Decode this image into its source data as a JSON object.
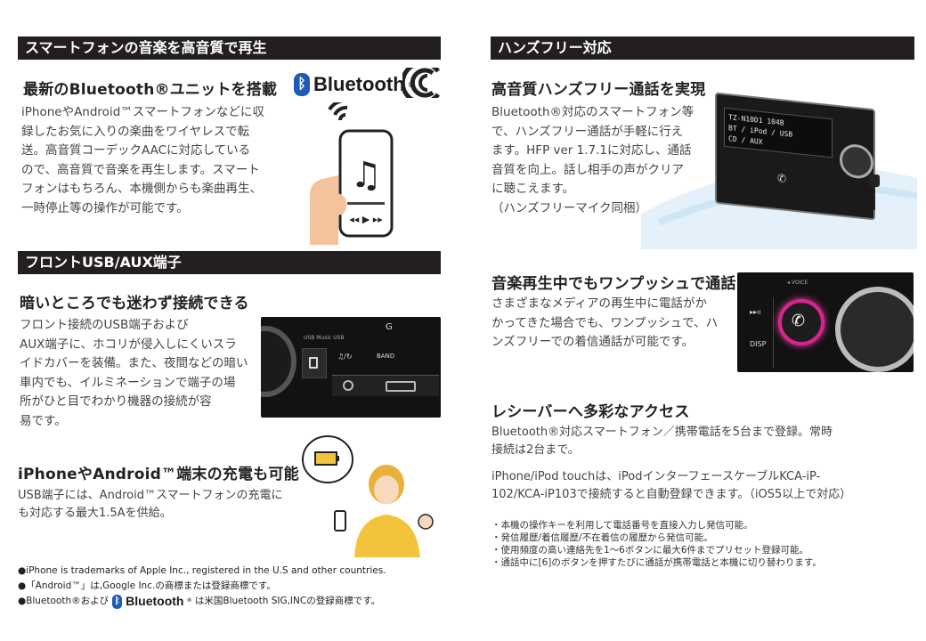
{
  "left": {
    "band1": "スマートフォンの音楽を高音質で再生",
    "s1_title": "最新のBluetooth®ユニットを搭載",
    "s1_body": [
      "iPhoneやAndroid™スマートフォンなどに収",
      "録したお気に入りの楽曲をワイヤレスで転",
      "送。高音質コーデックAACに対応している",
      "ので、高音質で音楽を再生します。スマート",
      "フォンはもちろん、本機側からも楽曲再生、",
      "一時停止等の操作が可能です。"
    ],
    "bt_logo_text": "Bluetooth",
    "band2": "フロントUSB/AUX端子",
    "s2_title": "暗いところでも迷わず接続できる",
    "s2_body": [
      "フロント接続のUSB端子および",
      "AUX端子に、ホコリが侵入しにくいスラ",
      "イドカバーを装備。また、夜間などの暗い",
      "車内でも、イルミネーションで端子の場",
      "所がひと目でわかり機器の接続が容",
      "易です。"
    ],
    "usb_panel": {
      "key1": "G",
      "key2": "BAND",
      "label": "USB Music USB"
    },
    "s3_title": "iPhoneやAndroid™端末の充電も可能",
    "s3_body": [
      "USB端子には、Android™スマートフォンの充電に",
      "も対応する最大1.5Aを供給。"
    ],
    "footnotes": [
      "●iPhone is trademarks of Apple Inc., registered in the U.S and other countries.",
      "●「Android™」は,Google Inc.の商標または登録商標です。",
      "●Bluetooth®および",
      "は米国Bluetooth SIG,INCの登録商標です。"
    ]
  },
  "right": {
    "band1": "ハンズフリー対応",
    "s1_title": "高音質ハンズフリー通話を実現",
    "s1_body": [
      "Bluetooth®対応のスマートフォン等",
      "で、ハンズフリー通話が手軽に行え",
      "ます。HFP ver 1.7.1に対応し、通話",
      "音質を向上。話し相手の声がクリア",
      "に聴こえます。",
      "（ハンズフリーマイク同梱）"
    ],
    "radio_display": [
      "TZ-N10D1 104B",
      "BT / iPod / USB",
      "CD / AUX"
    ],
    "s2_title": "音楽再生中でもワンプッシュで通話",
    "s2_body": [
      "さまざまなメディアの再生中に電話がか",
      "かってきた場合でも、ワンプッシュで、ハ",
      "ンズフリーでの着信通話が可能です。"
    ],
    "call_panel": {
      "key1": "▸▸ıı",
      "key2": "DISP",
      "label": "◂ VOICE"
    },
    "s3_title": "レシーバーへ多彩なアクセス",
    "s3_body": [
      "Bluetooth®対応スマートフォン／携帯電話を5台まで登録。常時",
      "接続は2台まで。"
    ],
    "s3_body2": [
      "iPhone/iPod touchは、iPodインターフェースケーブルKCA-iP-",
      "102/KCA-iP103で接続すると自動登録できます。（iOS5以上で対応）"
    ],
    "notes": [
      "・本機の操作キーを利用して電話番号を直接入力し発信可能。",
      "・発信履歴/着信履歴/不在着信の履歴から発信可能。",
      "・使用頻度の高い連絡先を1～6ボタンに最大6件までプリセット登録可能。",
      "・通話中に[6]のボタンを押すたびに通話が携帯電話と本機に切り替わります。"
    ]
  }
}
